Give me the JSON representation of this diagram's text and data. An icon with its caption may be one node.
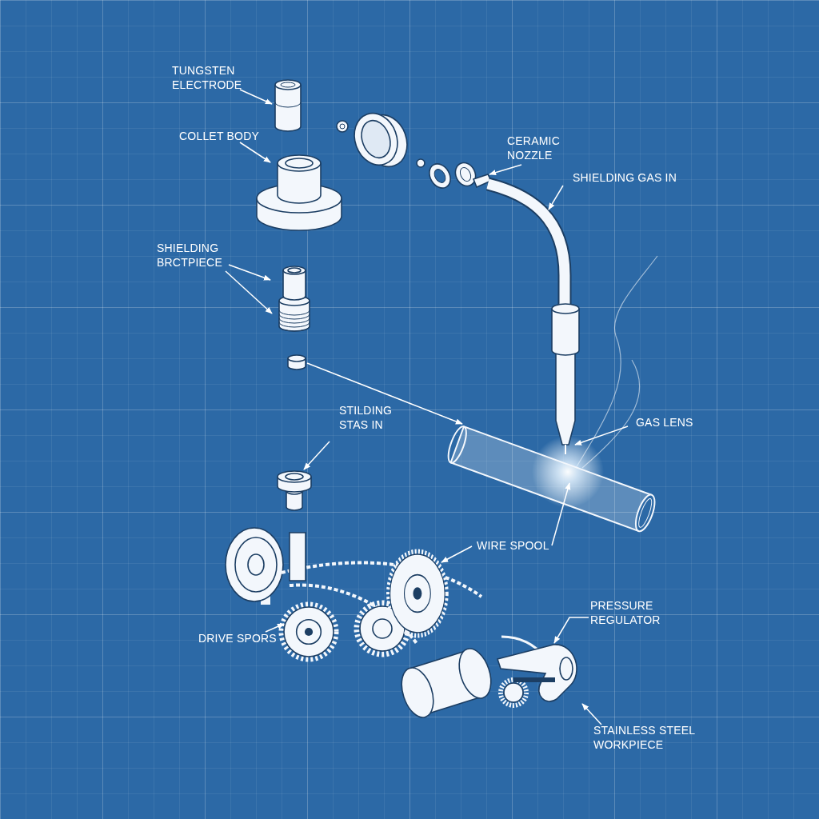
{
  "diagram": {
    "nodes": [
      {
        "text": [
          "TUNGSTEN ELECTRODE"
        ]
      },
      {
        "text": [],
        "shape": "picture"
      },
      {
        "text": [
          "COLLET BODY"
        ]
      },
      {
        "text": [],
        "shape": "picture"
      },
      {
        "text": [
          "SHIELDING BRCTPIECE"
        ]
      },
      {
        "text": [],
        "shape": "picture"
      },
      {
        "text": [
          "CERAMIC NOZZLE"
        ]
      },
      {
        "text": [],
        "shape": "picture"
      },
      {
        "text": [
          "SHIELDING GAS IN"
        ]
      },
      {
        "text": [],
        "shape": "picture"
      },
      {
        "text": [
          "GAS LENS"
        ]
      },
      {
        "text": [
          "STILDING STAS IN"
        ]
      },
      {
        "text": [],
        "shape": "picture"
      },
      {
        "text": [
          "WIRE SPOOL"
        ]
      },
      {
        "text": [
          "DRIVE SPORS"
        ]
      },
      {
        "text": [
          "PRESSURE REGULATOR"
        ]
      },
      {
        "text": [
          "STAINLESS STEEL WORKPIECE"
        ]
      },
      {
        "text": [],
        "shape": "picture"
      },
      {
        "text": [],
        "shape": "picture"
      },
      {
        "text": [],
        "shape": "picture"
      },
      {
        "text": [],
        "shape": "picture"
      },
      {
        "text": [],
        "shape": "picture"
      },
      {
        "text": [],
        "shape": "picture"
      }
    ],
    "edges": [
      {
        "from": 0,
        "to": 1,
        "arrow": "to"
      },
      {
        "from": 2,
        "to": 3,
        "arrow": "to"
      },
      {
        "from": 4,
        "to": 5,
        "arrow": "to"
      },
      {
        "from": 4,
        "to": 5,
        "arrow": "to"
      },
      {
        "from": 6,
        "to": 7,
        "arrow": "to"
      },
      {
        "from": 8,
        "to": 9,
        "arrow": "to"
      },
      {
        "from": 10,
        "to": 22,
        "arrow": "to"
      },
      {
        "from": 11,
        "to": 12,
        "arrow": "to"
      },
      {
        "from": 13,
        "to": 20,
        "arrow": "to"
      },
      {
        "from": 13,
        "to": 17,
        "arrow": "to"
      },
      {
        "from": 14,
        "to": 19,
        "arrow": "to"
      },
      {
        "from": 15,
        "to": 21,
        "arrow": "to"
      },
      {
        "from": 16,
        "to": 21,
        "arrow": "to"
      },
      {
        "from": 18,
        "to": 17,
        "arrow": "to"
      }
    ]
  }
}
